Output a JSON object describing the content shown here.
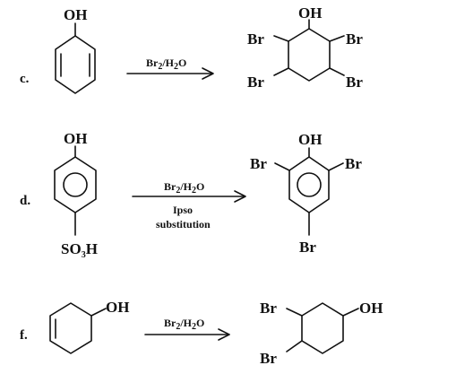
{
  "reactions": [
    {
      "label": "c.",
      "reactant_group": "OH",
      "reagent_main": "Br",
      "reagent_sub": "2",
      "reagent_tail": "/H",
      "reagent_sub2": "2",
      "reagent_end": "O",
      "product_group": "OH",
      "product_br": [
        "Br",
        "Br",
        "Br",
        "Br"
      ]
    },
    {
      "label": "d.",
      "reactant_group": "OH",
      "reactant_bottom_main": "SO",
      "reactant_bottom_sub": "3",
      "reactant_bottom_end": "H",
      "reagent_main": "Br",
      "reagent_sub": "2",
      "reagent_tail": "/H",
      "reagent_sub2": "2",
      "reagent_end": "O",
      "condition_1": "Ipso",
      "condition_2": "substitution",
      "product_group": "OH",
      "product_br": [
        "Br",
        "Br",
        "Br"
      ]
    },
    {
      "label": "f.",
      "reactant_group": "OH",
      "reagent_main": "Br",
      "reagent_sub": "2",
      "reagent_tail": "/H",
      "reagent_sub2": "2",
      "reagent_end": "O",
      "product_group": "OH",
      "product_br": [
        "Br",
        "Br"
      ]
    }
  ]
}
